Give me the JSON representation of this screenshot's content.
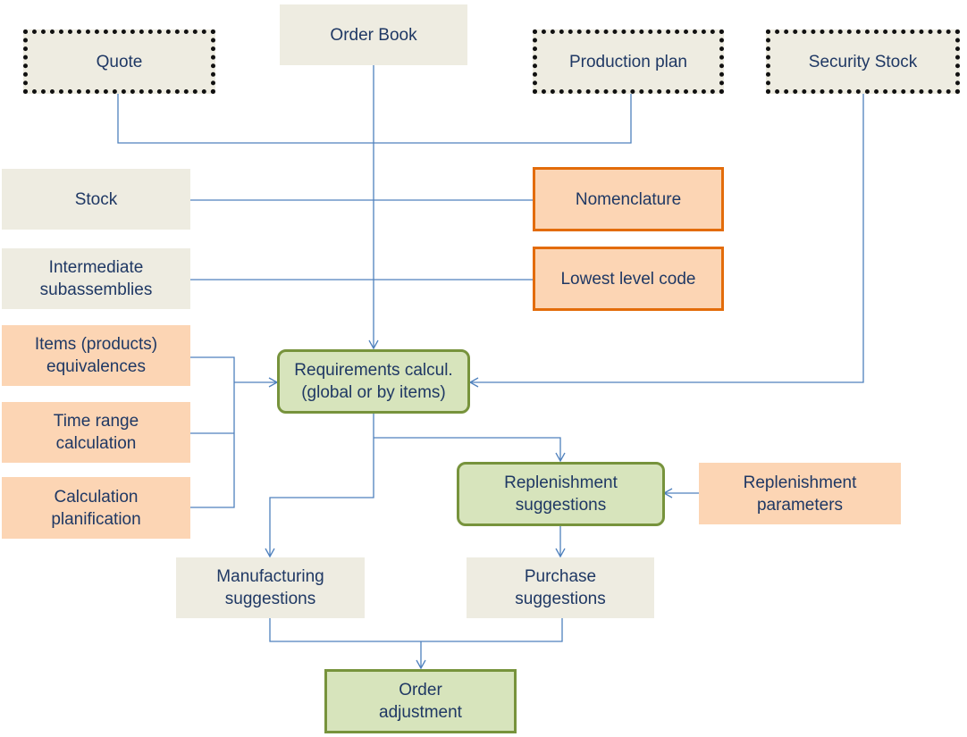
{
  "nodes": {
    "order_book": "Order Book",
    "quote": "Quote",
    "production_plan": "Production plan",
    "security_stock": "Security Stock",
    "stock": "Stock",
    "nomenclature": "Nomenclature",
    "intermediate_subassemblies": "Intermediate\nsubassemblies",
    "lowest_level_code": "Lowest level code",
    "items_equivalences": "Items (products)\nequivalences",
    "requirements_calcul": "Requirements calcul.\n(global or by items)",
    "time_range_calculation": "Time range\ncalculation",
    "calculation_planification": "Calculation\nplanification",
    "replenishment_suggestions": "Replenishment\nsuggestions",
    "replenishment_parameters": "Replenishment\nparameters",
    "manufacturing_suggestions": "Manufacturing\nsuggestions",
    "purchase_suggestions": "Purchase\nsuggestions",
    "order_adjustment": "Order\nadjustment"
  },
  "colors": {
    "line": "#4f81bd",
    "text": "#1f3864",
    "beige_fill": "#eeece1",
    "peach_fill": "#fcd5b4",
    "orange_border": "#e36c0a",
    "green_fill": "#d7e4bc",
    "green_border": "#77933c",
    "dotted_border": "#111111"
  }
}
